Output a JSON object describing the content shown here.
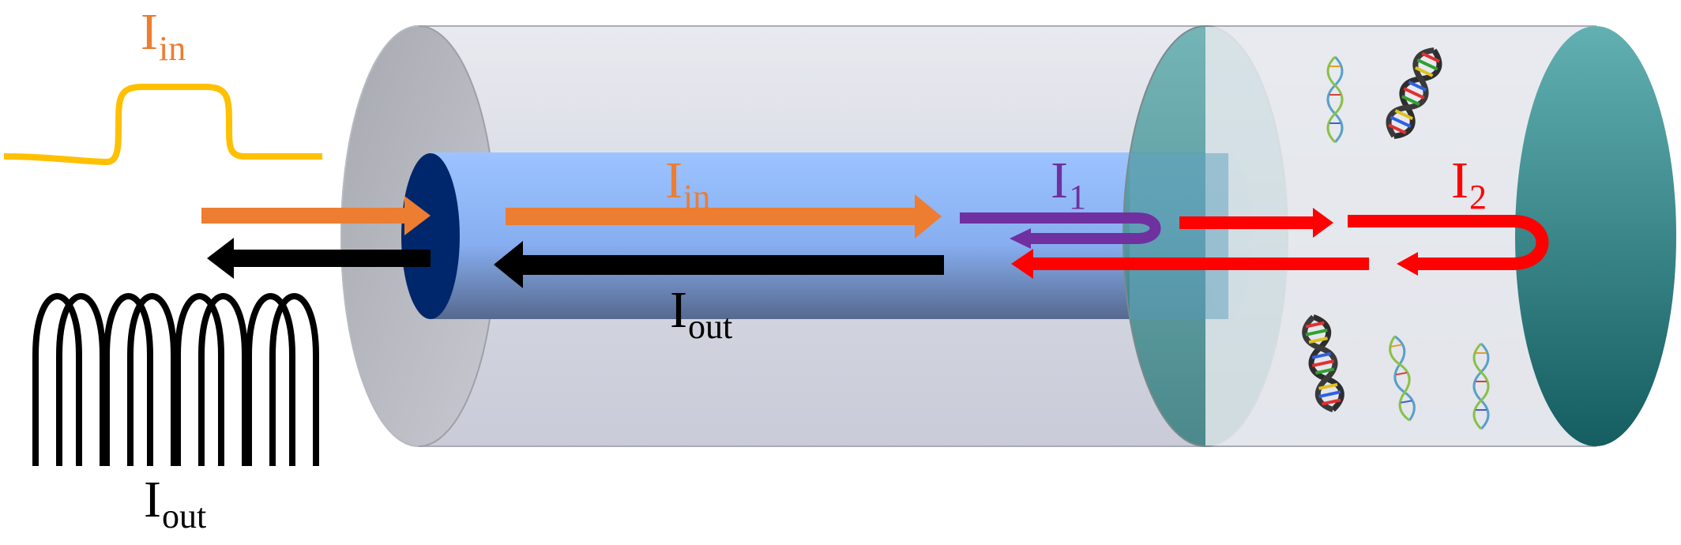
{
  "labels": {
    "iin_top": {
      "main": "I",
      "sub": "in"
    },
    "iin_mid": {
      "main": "I",
      "sub": "in"
    },
    "i1": {
      "main": "I",
      "sub": "1"
    },
    "i2": {
      "main": "I",
      "sub": "2"
    },
    "iout_mid": {
      "main": "I",
      "sub": "out"
    },
    "iout_left": {
      "main": "I",
      "sub": "out"
    }
  },
  "colors": {
    "input_wave": "#ffc000",
    "input_arrow": "#ed7d31",
    "output": "#000000",
    "reflection_1": "#7030a0",
    "reflection_2": "#ff0000",
    "core": "#8fb8ff",
    "core_face": "#00276b",
    "tube": "#dfe1ea",
    "sample_face": "#3f9090"
  },
  "icons": [
    "square-pulse-waveform",
    "ringing-waveform",
    "dna-helix-icon"
  ]
}
